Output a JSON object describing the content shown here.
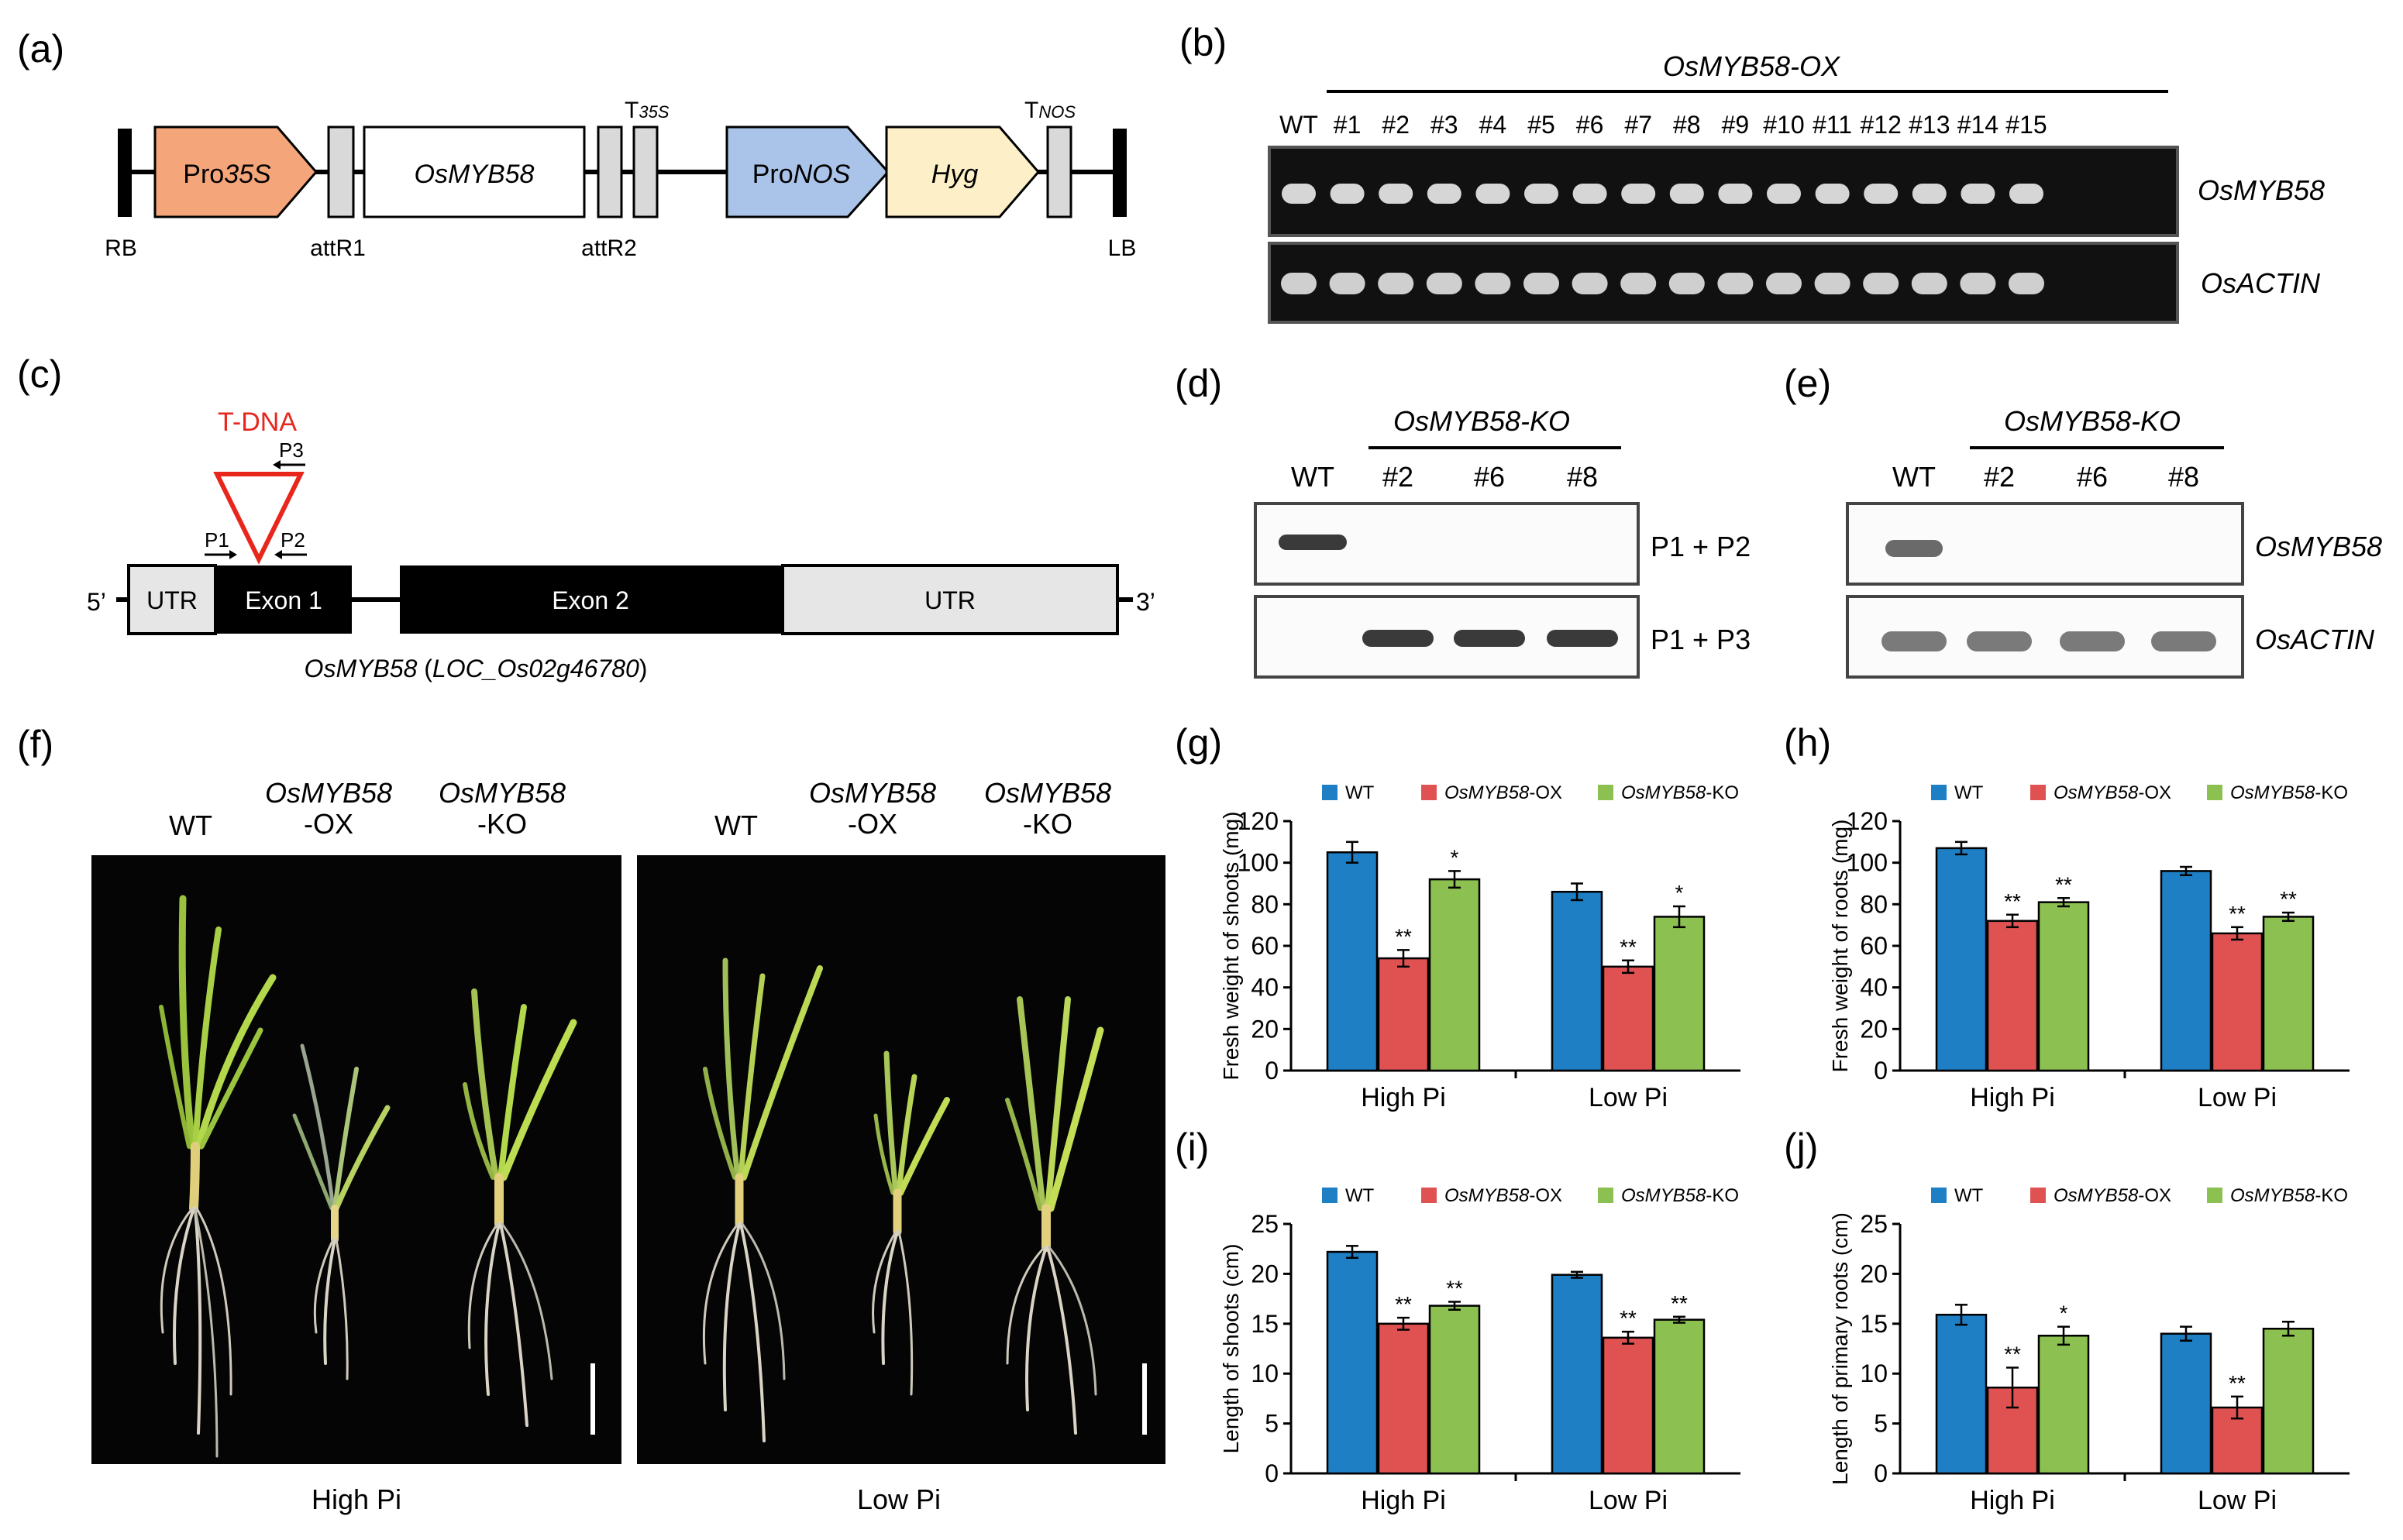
{
  "panel_labels": {
    "a": "(a)",
    "b": "(b)",
    "c": "(c)",
    "d": "(d)",
    "e": "(e)",
    "f": "(f)",
    "g": "(g)",
    "h": "(h)",
    "i": "(i)",
    "j": "(j)"
  },
  "construct": {
    "pro35s_prefix": "Pro",
    "pro35s_suffix": "35S",
    "gene": "OsMYB58",
    "pronos_prefix": "Pro",
    "pronos_suffix": "NOS",
    "hyg": "Hyg",
    "t35s_t": "T",
    "t35s_sub": "35S",
    "tnos_t": "T",
    "tnos_sub": "NOS",
    "rb": "RB",
    "attr1": "attR1",
    "attr2": "attR2",
    "lb": "LB"
  },
  "gel_b": {
    "title": "OsMYB58-OX",
    "lanes": [
      "WT",
      "#1",
      "#2",
      "#3",
      "#4",
      "#5",
      "#6",
      "#7",
      "#8",
      "#9",
      "#10",
      "#11",
      "#12",
      "#13",
      "#14",
      "#15"
    ],
    "row1": "OsMYB58",
    "row2": "OsACTIN"
  },
  "gene_c": {
    "tdna": "T-DNA",
    "p1": "P1",
    "p2": "P2",
    "p3": "P3",
    "five": "5’",
    "three": "3’",
    "utr5": "UTR",
    "exon1": "Exon 1",
    "exon2": "Exon 2",
    "utr3": "UTR",
    "name_gene": "OsMYB58",
    "name_open": " (",
    "name_locus": "LOC_Os02g46780",
    "name_close": ")"
  },
  "gel_d": {
    "title": "OsMYB58-KO",
    "lanes": [
      "WT",
      "#2",
      "#6",
      "#8"
    ],
    "row1": "P1 + P2",
    "row2": "P1 + P3"
  },
  "gel_e": {
    "title": "OsMYB58-KO",
    "lanes": [
      "WT",
      "#2",
      "#6",
      "#8"
    ],
    "row1": "OsMYB58",
    "row2": "OsACTIN"
  },
  "photo_f": {
    "left": {
      "wt": "WT",
      "ox1": "OsMYB58",
      "ox2": "-OX",
      "ko1": "OsMYB58",
      "ko2": "-KO",
      "caption": "High Pi"
    },
    "right": {
      "wt": "WT",
      "ox1": "OsMYB58",
      "ox2": "-OX",
      "ko1": "OsMYB58",
      "ko2": "-KO",
      "caption": "Low Pi"
    }
  },
  "colors": {
    "wt": "#1f7fc4",
    "ox": "#e05252",
    "ko": "#8cc152"
  },
  "chart_data": [
    {
      "panel": "g",
      "type": "bar",
      "ylabel": "Fresh weight of shoots (mg)",
      "ylim": [
        0,
        120
      ],
      "yticks": [
        0,
        20,
        40,
        60,
        80,
        100,
        120
      ],
      "categories": [
        "High Pi",
        "Low Pi"
      ],
      "series": [
        {
          "name": "WT",
          "values": [
            105,
            86
          ],
          "errors": [
            5,
            4
          ],
          "stars": [
            "",
            ""
          ]
        },
        {
          "name": "OsMYB58-OX",
          "values": [
            54,
            50
          ],
          "errors": [
            4,
            3
          ],
          "stars": [
            "**",
            "**"
          ]
        },
        {
          "name": "OsMYB58-KO",
          "values": [
            92,
            74
          ],
          "errors": [
            4,
            5
          ],
          "stars": [
            "*",
            "*"
          ]
        }
      ]
    },
    {
      "panel": "h",
      "type": "bar",
      "ylabel": "Fresh weight of roots (mg)",
      "ylim": [
        0,
        120
      ],
      "yticks": [
        0,
        20,
        40,
        60,
        80,
        100,
        120
      ],
      "categories": [
        "High Pi",
        "Low Pi"
      ],
      "series": [
        {
          "name": "WT",
          "values": [
            107,
            96
          ],
          "errors": [
            3,
            2
          ],
          "stars": [
            "",
            ""
          ]
        },
        {
          "name": "OsMYB58-OX",
          "values": [
            72,
            66
          ],
          "errors": [
            3,
            3
          ],
          "stars": [
            "**",
            "**"
          ]
        },
        {
          "name": "OsMYB58-KO",
          "values": [
            81,
            74
          ],
          "errors": [
            2,
            2
          ],
          "stars": [
            "**",
            "**"
          ]
        }
      ]
    },
    {
      "panel": "i",
      "type": "bar",
      "ylabel": "Length of shoots (cm)",
      "ylim": [
        0,
        25
      ],
      "yticks": [
        0,
        5,
        10,
        15,
        20,
        25
      ],
      "categories": [
        "High Pi",
        "Low Pi"
      ],
      "series": [
        {
          "name": "WT",
          "values": [
            22.2,
            19.9
          ],
          "errors": [
            0.6,
            0.3
          ],
          "stars": [
            "",
            ""
          ]
        },
        {
          "name": "OsMYB58-OX",
          "values": [
            15,
            13.6
          ],
          "errors": [
            0.6,
            0.6
          ],
          "stars": [
            "**",
            "**"
          ]
        },
        {
          "name": "OsMYB58-KO",
          "values": [
            16.8,
            15.4
          ],
          "errors": [
            0.4,
            0.3
          ],
          "stars": [
            "**",
            "**"
          ]
        }
      ]
    },
    {
      "panel": "j",
      "type": "bar",
      "ylabel": "Length of primary roots (cm)",
      "ylim": [
        0,
        25
      ],
      "yticks": [
        0,
        5,
        10,
        15,
        20,
        25
      ],
      "categories": [
        "High Pi",
        "Low Pi"
      ],
      "series": [
        {
          "name": "WT",
          "values": [
            15.9,
            14
          ],
          "errors": [
            1,
            0.7
          ],
          "stars": [
            "",
            ""
          ]
        },
        {
          "name": "OsMYB58-OX",
          "values": [
            8.6,
            6.6
          ],
          "errors": [
            2,
            1.1
          ],
          "stars": [
            "**",
            "**"
          ]
        },
        {
          "name": "OsMYB58-KO",
          "values": [
            13.8,
            14.5
          ],
          "errors": [
            0.9,
            0.7
          ],
          "stars": [
            "*",
            ""
          ]
        }
      ]
    }
  ]
}
